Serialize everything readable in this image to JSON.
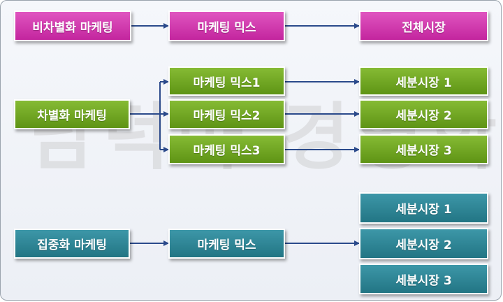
{
  "watermark": "남덕마 경영학",
  "colors": {
    "pink": "#c3259e",
    "green": "#6a9e1f",
    "teal": "#2a7f8f",
    "connector": "#2b4a8b"
  },
  "rows": {
    "undifferentiated": {
      "strategy": "비차별화 마케팅",
      "mix": "마케팅 믹스",
      "market": "전체시장"
    },
    "differentiated": {
      "strategy": "차별화 마케팅",
      "mixes": [
        "마케팅 믹스1",
        "마케팅 믹스2",
        "마케팅 믹스3"
      ],
      "segments": [
        "세분시장 1",
        "세분시장 2",
        "세분시장 3"
      ]
    },
    "concentrated": {
      "strategy": "집중화 마케팅",
      "mix": "마케팅 믹스",
      "segments": [
        "세분시장 1",
        "세분시장 2",
        "세분시장 3"
      ]
    }
  }
}
